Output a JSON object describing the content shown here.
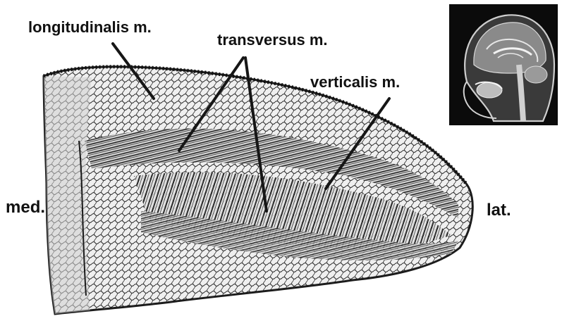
{
  "labels": {
    "longitudinalis": "longitudinalis m.",
    "transversus": "transversus m.",
    "verticalis": "verticalis m.",
    "medial": "med.",
    "lateral": "lat."
  },
  "colors": {
    "ink": "#161616",
    "tissue_fill": "#e9e9e9",
    "mri_background": "#0b0b0b"
  },
  "icons": {
    "inset": "mri-sagittal-head-icon"
  }
}
